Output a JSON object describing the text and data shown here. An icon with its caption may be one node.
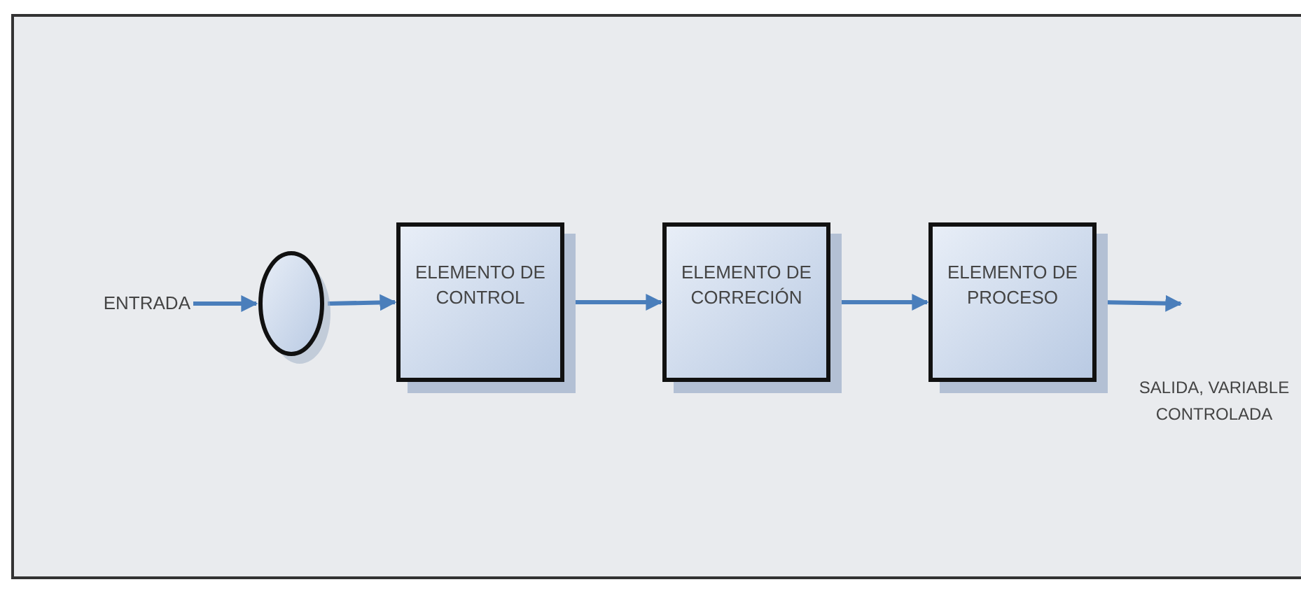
{
  "diagram": {
    "nodes": [
      {
        "text": [
          "ENTRADA"
        ]
      },
      {
        "text": [],
        "shape": "circle"
      },
      {
        "text": [
          "ELEMENTO DE CONTROL"
        ]
      },
      {
        "text": [
          "ELEMENTO DE CORRECIÓN"
        ]
      },
      {
        "text": [
          "ELEMENTO DE PROCESO"
        ]
      }
    ],
    "edges": [
      {
        "from": 0,
        "to": 1,
        "arrow": "to"
      },
      {
        "from": 1,
        "to": 2,
        "arrow": "to"
      },
      {
        "from": 2,
        "to": 3,
        "arrow": "to"
      },
      {
        "from": 3,
        "to": 4,
        "arrow": "to"
      },
      {
        "from": 4,
        "to": null,
        "arrow": "to"
      }
    ],
    "labels": [
      "SALIDA, VARIABLE CONTROLADA"
    ]
  }
}
